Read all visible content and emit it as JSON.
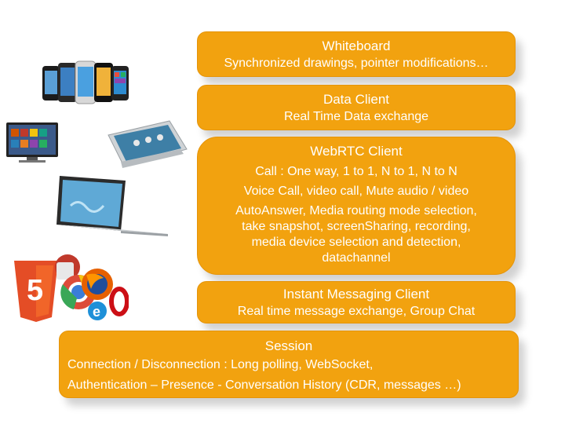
{
  "boxes": {
    "whiteboard": {
      "title": "Whiteboard",
      "lines": [
        "Synchronized drawings, pointer modifications…"
      ]
    },
    "data_client": {
      "title": "Data Client",
      "lines": [
        "Real Time Data exchange"
      ]
    },
    "webrtc_client": {
      "title": "WebRTC Client",
      "lines": [
        "Call : One way, 1 to 1, N to 1, N to N",
        "Voice Call, video call, Mute audio / video",
        "AutoAnswer, Media routing mode selection,",
        "take snapshot, screenSharing, recording,",
        "media device selection and detection,",
        "datachannel"
      ]
    },
    "instant_messaging": {
      "title": "Instant Messaging Client",
      "lines": [
        "Real time message exchange, Group Chat"
      ]
    },
    "session": {
      "title": "Session",
      "lines": [
        "Connection / Disconnection : Long polling, WebSocket,",
        "Authentication – Presence - Conversation History (CDR, messages …)"
      ]
    }
  },
  "devices": {
    "smartphones": "smartphones-icon",
    "smart_tv": "smart-tv-icon",
    "tablet": "tablet-icon",
    "laptop": "laptop-icon",
    "browsers": "browser-logos-icon"
  },
  "colors": {
    "box_fill": "#f2a20f",
    "box_text": "#ffffff"
  }
}
